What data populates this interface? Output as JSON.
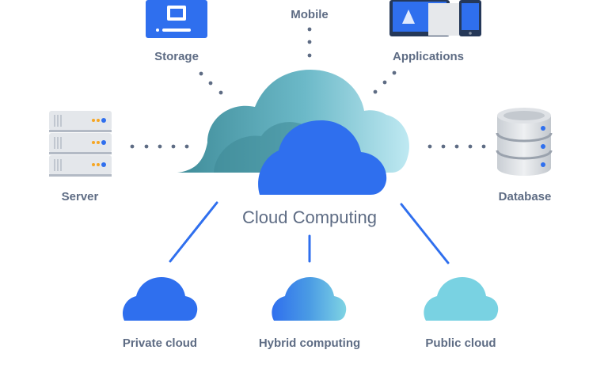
{
  "diagram": {
    "title": "Cloud Computing",
    "top_nodes": [
      {
        "label": "Storage",
        "icon": "storage-icon"
      },
      {
        "label": "Mobile",
        "icon": "mobile-icon"
      },
      {
        "label": "Applications",
        "icon": "applications-icon"
      }
    ],
    "side_nodes": [
      {
        "label": "Server",
        "icon": "server-icon"
      },
      {
        "label": "Database",
        "icon": "database-icon"
      }
    ],
    "bottom_nodes": [
      {
        "label": "Private cloud",
        "icon": "private-cloud-icon"
      },
      {
        "label": "Hybrid computing",
        "icon": "hybrid-cloud-icon"
      },
      {
        "label": "Public cloud",
        "icon": "public-cloud-icon"
      }
    ]
  },
  "colors": {
    "primary_blue": "#2f6fee",
    "teal_dark": "#4b9aaa",
    "teal_light": "#8fd5e3",
    "public_cloud": "#79d2e2",
    "dots": "#5e6c84",
    "label_text": "#5e6c84",
    "server_gray": "#d9dde2",
    "led_orange": "#f6a623"
  }
}
